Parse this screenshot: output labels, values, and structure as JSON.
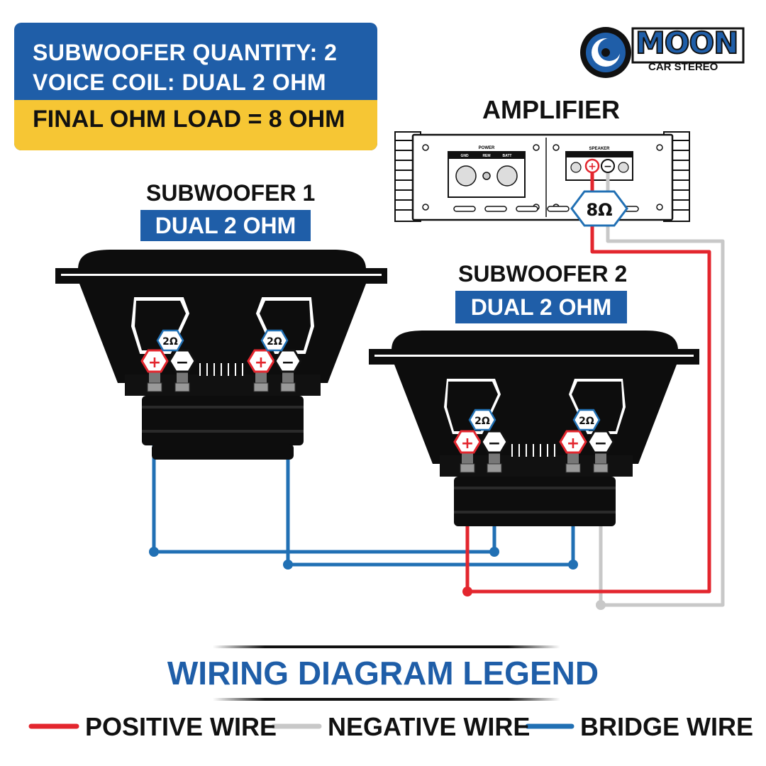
{
  "info": {
    "quantity": "SUBWOOFER QUANTITY: 2",
    "voice_coil": "VOICE COIL: DUAL 2 OHM",
    "final_load": "FINAL OHM LOAD = 8 OHM"
  },
  "brand": {
    "name": "MOON",
    "sub": "CAR STEREO"
  },
  "amplifier": {
    "title": "AMPLIFIER",
    "power_label": "POWER",
    "speaker_label": "SPEAKER",
    "terminals": [
      "GND",
      "REM",
      "BATT"
    ],
    "load": "8Ω"
  },
  "subwoofer1": {
    "title": "SUBWOOFER 1",
    "badge": "DUAL 2 OHM",
    "coil": "2Ω"
  },
  "subwoofer2": {
    "title": "SUBWOOFER 2",
    "badge": "DUAL 2 OHM",
    "coil": "2Ω"
  },
  "legend": {
    "title": "WIRING DIAGRAM LEGEND",
    "items": [
      {
        "label": "POSITIVE WIRE",
        "color": "#e3262e"
      },
      {
        "label": "NEGATIVE WIRE",
        "color": "#c8c8c8"
      },
      {
        "label": "BRIDGE WIRE",
        "color": "#2170b4"
      }
    ]
  },
  "colors": {
    "brand_blue": "#1f5ea8",
    "yellow": "#f6c634",
    "positive": "#e3262e",
    "negative": "#c8c8c8",
    "bridge": "#2170b4"
  }
}
